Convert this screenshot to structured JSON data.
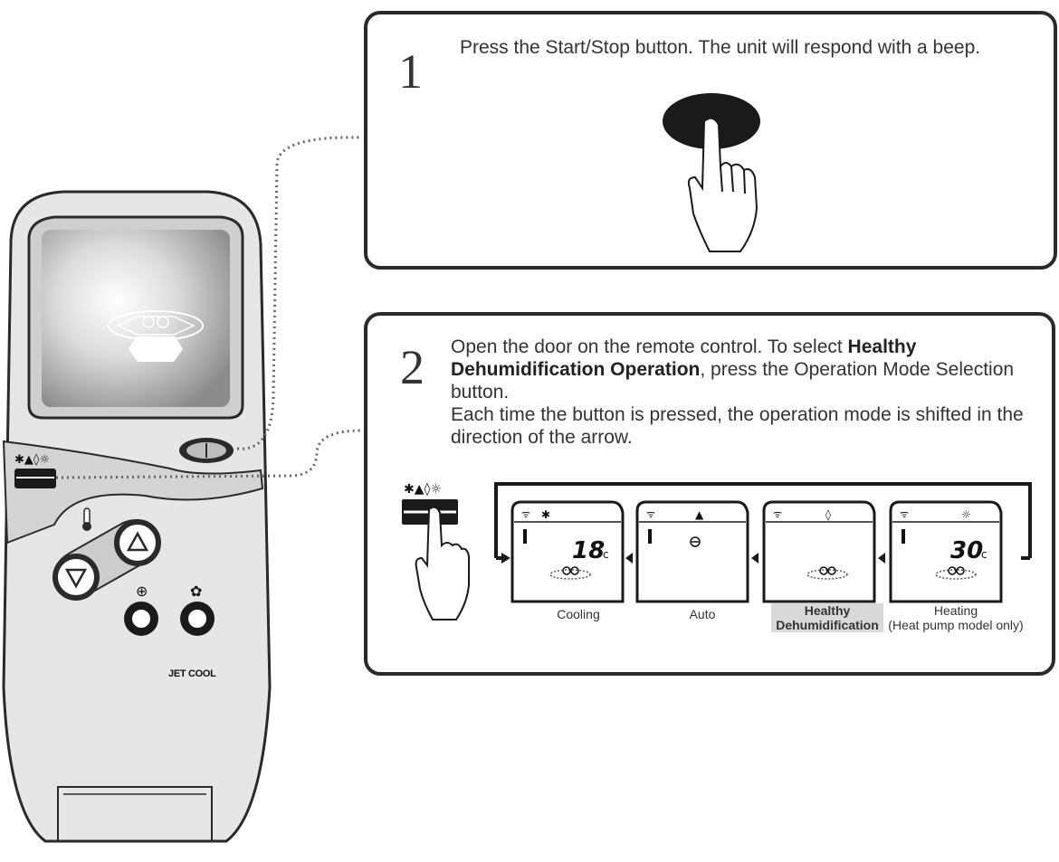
{
  "steps": [
    {
      "number": "1",
      "text": "Press the Start/Stop button. The unit will respond with a beep."
    },
    {
      "number": "2",
      "text_part1": "Open the door on the remote control. To select ",
      "text_bold": "Healthy Dehumidification Operation",
      "text_part2": ", press the Operation Mode Selection button.",
      "text_line2": "Each time the button is pressed, the operation mode is shifted in the direction of the arrow."
    }
  ],
  "modes": [
    {
      "label": "Cooling",
      "temp": "18",
      "unit": "c"
    },
    {
      "label": "Auto",
      "temp": "",
      "unit": ""
    },
    {
      "label_line1": "Healthy",
      "label_line2": "Dehumidification",
      "temp": "",
      "unit": ""
    },
    {
      "label_line1": "Heating",
      "label_line2": "(Heat pump model only)",
      "temp": "30",
      "unit": "c"
    }
  ],
  "remote": {
    "jet_cool_label": "JET COOL"
  },
  "colors": {
    "outline": "#2a2a2a",
    "highlight": "#d9d9d9",
    "remote_body": "#e8e8e8"
  }
}
